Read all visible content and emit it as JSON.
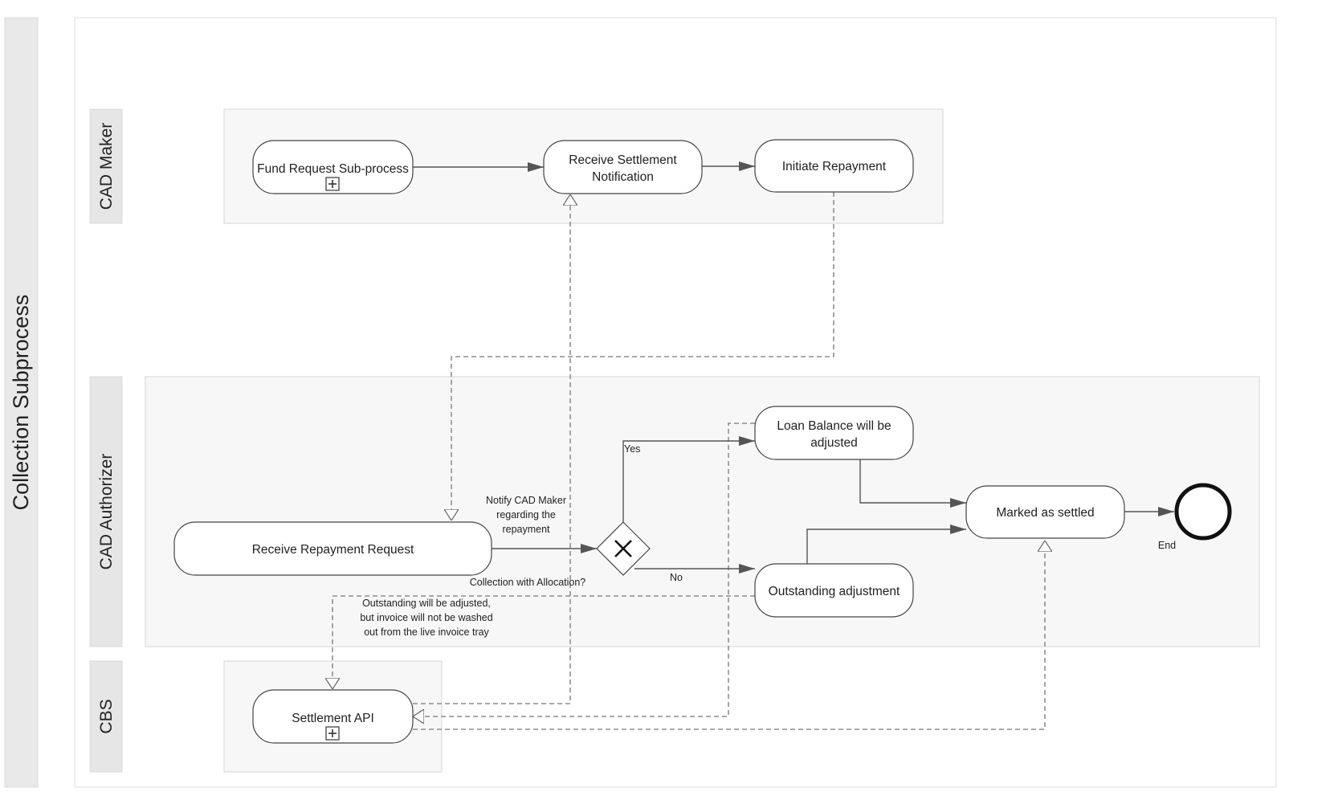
{
  "pool": {
    "label": "Collection Subprocess"
  },
  "lanes": {
    "cad_maker": "CAD Maker",
    "cad_authorizer": "CAD Authorizer",
    "cbs": "CBS"
  },
  "tasks": {
    "fund_request": "Fund Request Sub-process",
    "receive_settlement": [
      "Receive Settlement",
      "Notification"
    ],
    "initiate_repayment": "Initiate Repayment",
    "receive_repayment": "Receive Repayment Request",
    "loan_balance": [
      "Loan Balance will be",
      "adjusted"
    ],
    "marked_settled": "Marked as settled",
    "outstanding_adjustment": "Outstanding adjustment",
    "settlement_api": "Settlement API"
  },
  "events": {
    "end": "End"
  },
  "gateway": {
    "label": "Collection with Allocation?",
    "yes": "Yes",
    "no": "No"
  },
  "annotations": {
    "notify": [
      "Notify CAD Maker",
      "regarding the",
      "repayment"
    ],
    "outstanding": [
      "Outstanding will be adjusted,",
      "but invoice will not be washed",
      "out from the live invoice tray"
    ]
  },
  "colors": {
    "lane_fill": "#f7f7f7",
    "tab_fill": "#e6e6e6",
    "border": "#444444",
    "end_event": "#111111"
  }
}
